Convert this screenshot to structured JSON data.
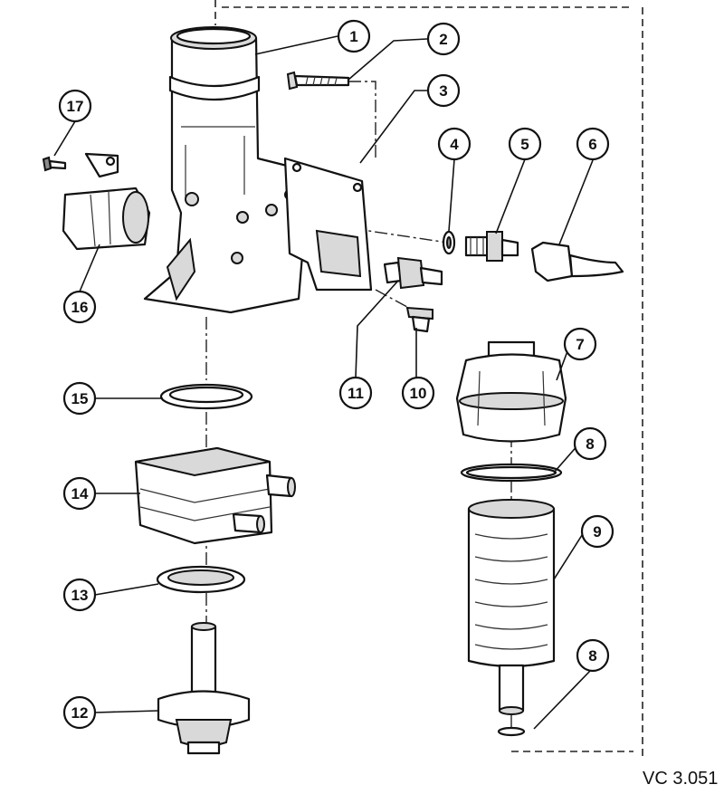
{
  "callouts": [
    {
      "id": "c1",
      "label": "1"
    },
    {
      "id": "c2",
      "label": "2"
    },
    {
      "id": "c3",
      "label": "3"
    },
    {
      "id": "c4",
      "label": "4"
    },
    {
      "id": "c5",
      "label": "5"
    },
    {
      "id": "c6",
      "label": "6"
    },
    {
      "id": "c7",
      "label": "7"
    },
    {
      "id": "c8a",
      "label": "8"
    },
    {
      "id": "c8b",
      "label": "8"
    },
    {
      "id": "c9",
      "label": "9"
    },
    {
      "id": "c10",
      "label": "10"
    },
    {
      "id": "c11",
      "label": "11"
    },
    {
      "id": "c12",
      "label": "12"
    },
    {
      "id": "c13",
      "label": "13"
    },
    {
      "id": "c14",
      "label": "14"
    },
    {
      "id": "c15",
      "label": "15"
    },
    {
      "id": "c16",
      "label": "16"
    },
    {
      "id": "c17",
      "label": "17"
    }
  ],
  "reference_code": "VC 3.051"
}
